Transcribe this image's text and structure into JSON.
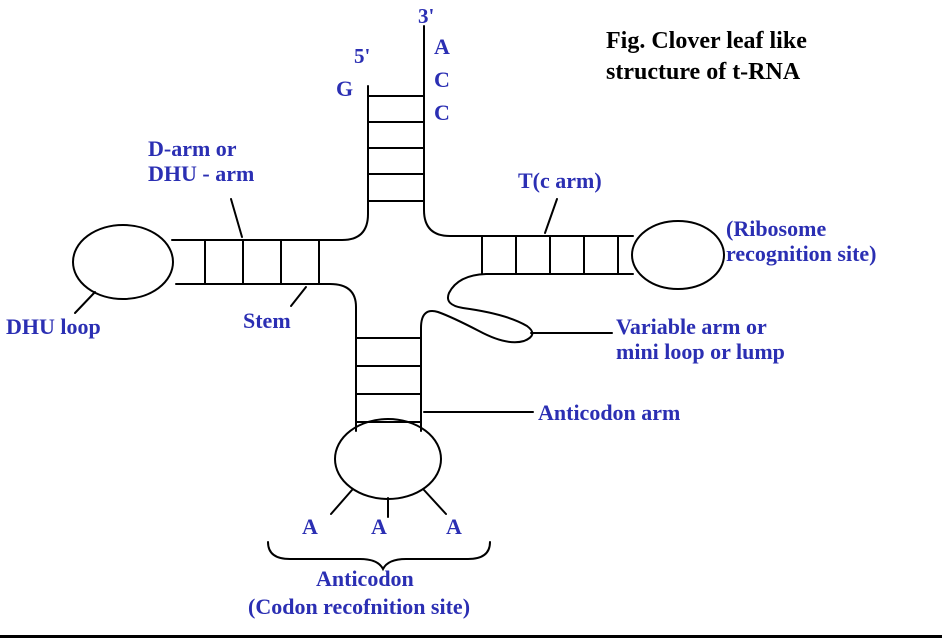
{
  "title": {
    "line1": "Fig. Clover leaf like",
    "line2": "structure of t-RNA"
  },
  "colors": {
    "label_blue": "#2b2fb3",
    "line_black": "#000000",
    "background": "#ffffff"
  },
  "acceptor": {
    "three_prime": "3'",
    "five_prime": "5'",
    "g": "G",
    "letters": [
      "A",
      "C",
      "C"
    ]
  },
  "labels": {
    "d_arm": {
      "line1": "D-arm or",
      "line2": "DHU - arm"
    },
    "t_arm": "T(c arm)",
    "ribosome": {
      "line1": "(Ribosome",
      "line2": "recognition site)"
    },
    "dhu_loop": "DHU loop",
    "stem": "Stem",
    "variable_arm": {
      "line1": "Variable arm or",
      "line2": "mini loop or lump"
    },
    "anticodon_arm": "Anticodon arm",
    "anticodon_bases": [
      "A",
      "A",
      "A"
    ],
    "anticodon": "Anticodon",
    "codon_site": "(Codon recofnition site)"
  }
}
